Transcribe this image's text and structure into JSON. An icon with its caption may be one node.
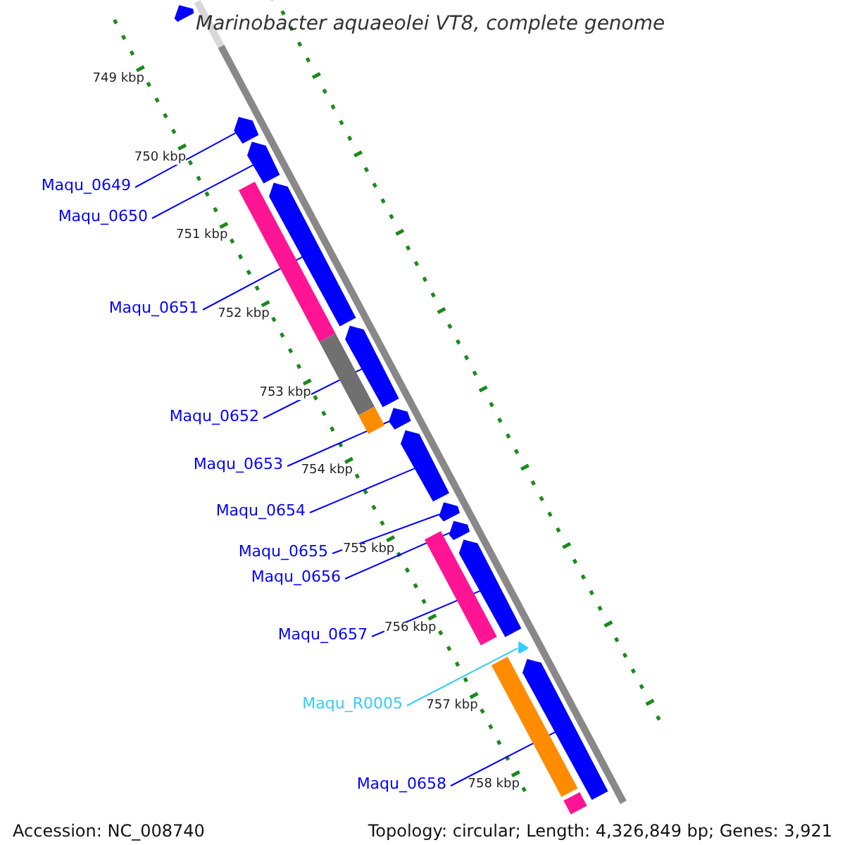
{
  "diagram": {
    "title": "Marinobacter aquaeolei VT8, complete genome",
    "nodes": [
      {
        "text": [
          "Maqu_0649"
        ]
      },
      {
        "text": [
          "Maqu_0650"
        ]
      },
      {
        "text": [
          "Maqu_0651"
        ]
      },
      {
        "text": [
          "Maqu_0652"
        ]
      },
      {
        "text": [
          "Maqu_0653"
        ]
      },
      {
        "text": [
          "Maqu_0654"
        ]
      },
      {
        "text": [
          "Maqu_0655"
        ]
      },
      {
        "text": [
          "Maqu_0656"
        ]
      },
      {
        "text": [
          "Maqu_0657"
        ]
      },
      {
        "text": [
          "Maqu_R0005"
        ]
      },
      {
        "text": [
          "Maqu_0658"
        ]
      },
      {
        "text": [],
        "shape": "pentagon"
      },
      {
        "text": [],
        "shape": "pentagon"
      },
      {
        "text": [],
        "shape": "pentagon"
      },
      {
        "text": [],
        "shape": "pentagon"
      },
      {
        "text": [],
        "shape": "pentagon"
      },
      {
        "text": [],
        "shape": "pentagon"
      },
      {
        "text": [],
        "shape": "pentagon"
      },
      {
        "text": [],
        "shape": "pentagon"
      },
      {
        "text": [],
        "shape": "pentagon"
      },
      {
        "text": [],
        "shape": "pentagon"
      },
      {
        "text": [],
        "shape": "pentagon"
      },
      {
        "text": [],
        "shape": "pentagon"
      },
      {
        "text": [],
        "shape": "bar"
      },
      {
        "text": [],
        "shape": "bar"
      },
      {
        "text": [],
        "shape": "bar"
      },
      {
        "text": [],
        "shape": "bar"
      },
      {
        "text": [],
        "shape": "bar"
      },
      {
        "text": [],
        "shape": "bar"
      }
    ],
    "edges": [
      {
        "from": 0,
        "to": 12,
        "arrow": "none"
      },
      {
        "from": 1,
        "to": 13,
        "arrow": "none"
      },
      {
        "from": 2,
        "to": 14,
        "arrow": "none"
      },
      {
        "from": 3,
        "to": 15,
        "arrow": "none"
      },
      {
        "from": 4,
        "to": 16,
        "arrow": "none"
      },
      {
        "from": 5,
        "to": 17,
        "arrow": "none"
      },
      {
        "from": 6,
        "to": 18,
        "arrow": "none"
      },
      {
        "from": 7,
        "to": 19,
        "arrow": "none"
      },
      {
        "from": 8,
        "to": 20,
        "arrow": "none"
      },
      {
        "from": 9,
        "to": 21,
        "arrow": "none",
        "color": "#33ccff"
      },
      {
        "from": 10,
        "to": 22,
        "arrow": "none"
      }
    ],
    "labels": [
      "749 kbp",
      "750 kbp",
      "751 kbp",
      "752 kbp",
      "753 kbp",
      "754 kbp",
      "755 kbp",
      "756 kbp",
      "757 kbp",
      "758 kbp",
      "Accession: NC_008740",
      "Topology: circular; Length: 4,326,849 bp; Genes: 3,921"
    ]
  }
}
